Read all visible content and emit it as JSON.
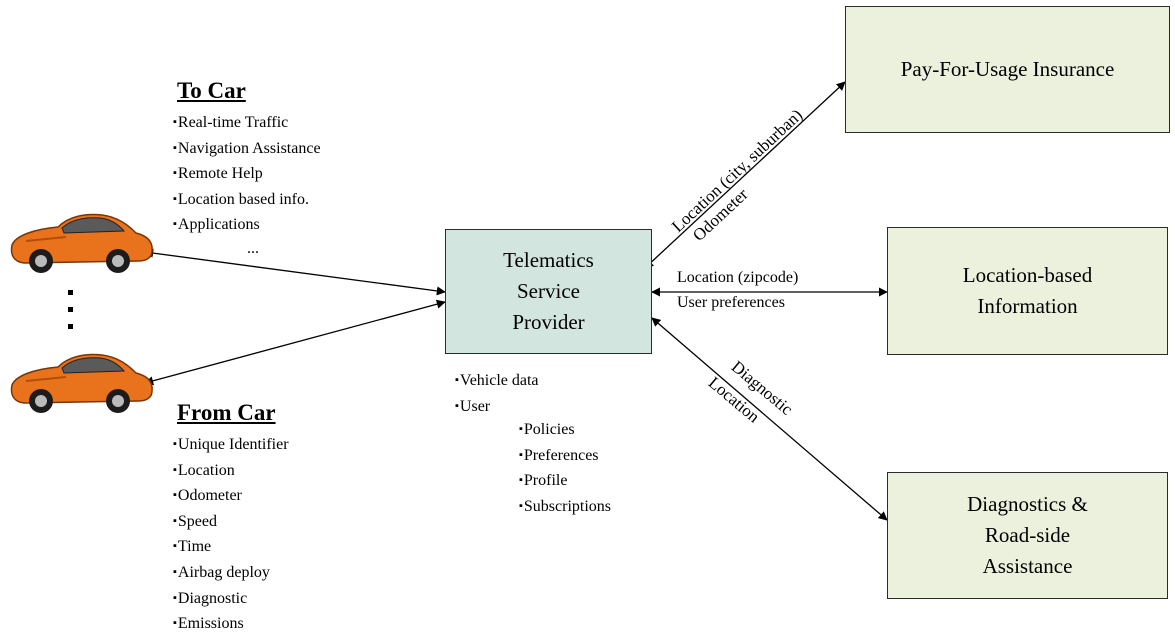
{
  "to_car": {
    "heading": "To Car",
    "items": [
      "Real-time Traffic",
      "Navigation Assistance",
      "Remote Help",
      "Location based info.",
      "Applications"
    ],
    "ellipsis": "..."
  },
  "from_car": {
    "heading": "From Car",
    "items": [
      "Unique Identifier",
      "Location",
      "Odometer",
      "Speed",
      "Time",
      "Airbag deploy",
      "Diagnostic",
      "Emissions"
    ]
  },
  "provider": {
    "lines": [
      "Telematics",
      "Service",
      "Provider"
    ],
    "data_items": [
      "Vehicle data",
      "User"
    ],
    "user_items": [
      "Policies",
      "Preferences",
      "Profile",
      "Subscriptions"
    ]
  },
  "services": {
    "insurance": {
      "lines": [
        "Pay-For-Usage Insurance"
      ]
    },
    "location_info": {
      "lines": [
        "Location-based",
        "Information"
      ]
    },
    "diagnostics": {
      "lines": [
        "Diagnostics &",
        "Road-side",
        "Assistance"
      ]
    }
  },
  "edge_labels": {
    "insurance_1": "Location (city, suburban)",
    "insurance_2": "Odometer",
    "location_1": "Location (zipcode)",
    "location_2": "User preferences",
    "diagnostics_1": "Diagnostic",
    "diagnostics_2": "Location"
  },
  "colors": {
    "provider_fill": "#d3e5df",
    "service_fill": "#ebf1dd",
    "car_body": "#e8731c"
  }
}
